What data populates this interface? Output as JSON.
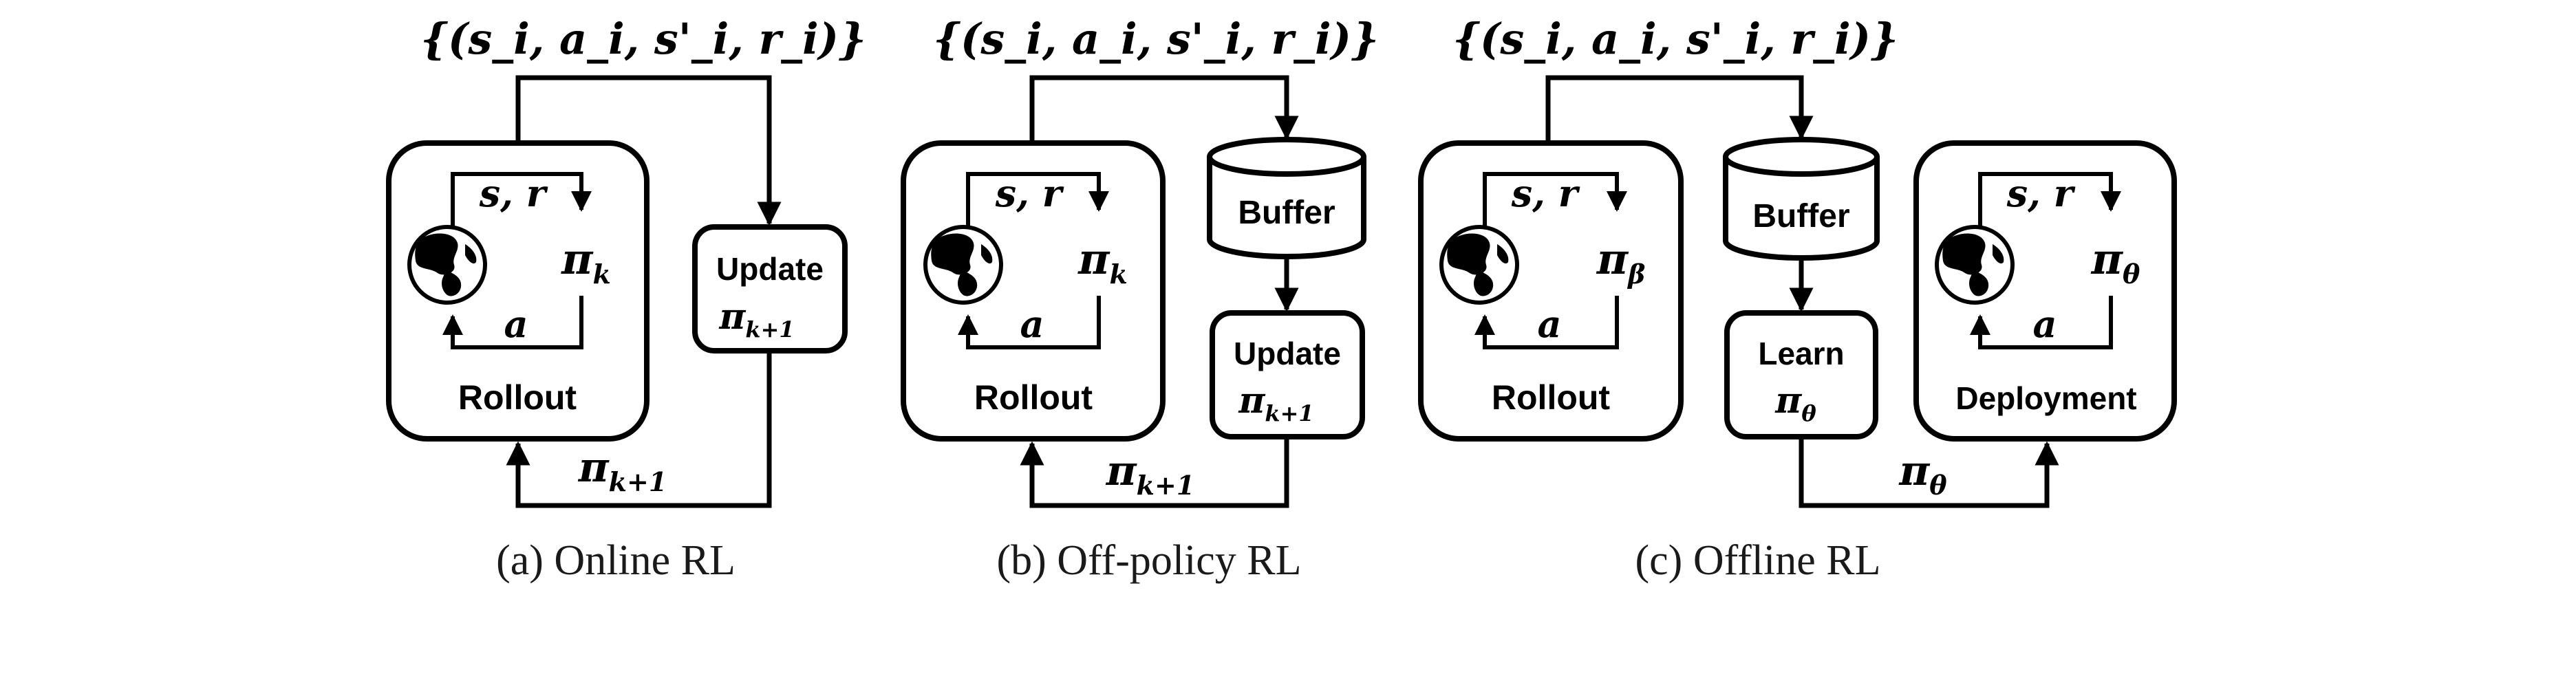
{
  "panels": [
    {
      "caption": "(a) Online RL",
      "transition_set": "{(s_i, a_i, s'_i, r_i)}",
      "observation": "s, r",
      "action": "a",
      "policy_base": "π",
      "policy_sub": "k",
      "env_label": "Rollout",
      "update_label": "Update",
      "update_policy_base": "π",
      "update_policy_sub": "k+1",
      "feedback_base": "π",
      "feedback_sub": "k+1"
    },
    {
      "caption": "(b) Off-policy RL",
      "transition_set": "{(s_i, a_i, s'_i, r_i)}",
      "observation": "s, r",
      "action": "a",
      "policy_base": "π",
      "policy_sub": "k",
      "env_label": "Rollout",
      "buffer_label": "Buffer",
      "update_label": "Update",
      "update_policy_base": "π",
      "update_policy_sub": "k+1",
      "feedback_base": "π",
      "feedback_sub": "k+1"
    },
    {
      "caption": "(c) Offline RL",
      "transition_set": "{(s_i, a_i, s'_i, r_i)}",
      "observation": "s, r",
      "action": "a",
      "policy_base": "π",
      "policy_sub": "β",
      "env_label": "Rollout",
      "buffer_label": "Buffer",
      "learn_label": "Learn",
      "learn_policy_base": "π",
      "learn_policy_sub": "θ",
      "deploy_label": "Deployment",
      "deploy_observation": "s, r",
      "deploy_action": "a",
      "deploy_policy_base": "π",
      "deploy_policy_sub": "θ",
      "feedback_base": "π",
      "feedback_sub": "θ"
    }
  ],
  "icons": {
    "environment": "globe-icon"
  }
}
